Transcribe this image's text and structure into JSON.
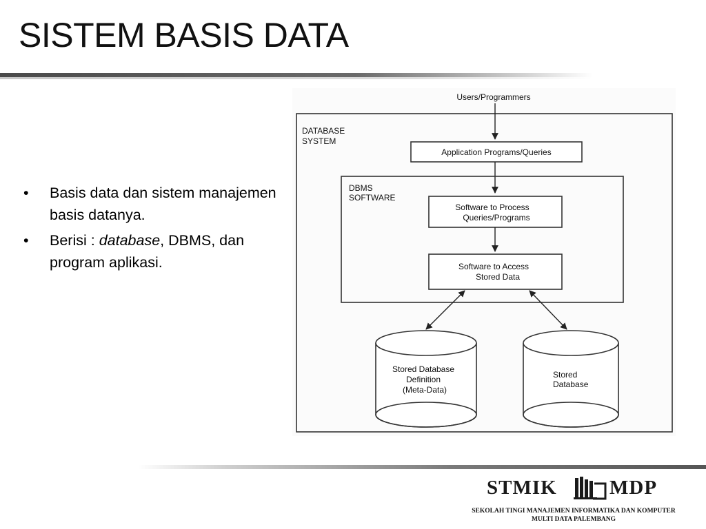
{
  "slide": {
    "title": "SISTEM BASIS DATA"
  },
  "bullets": [
    {
      "text": "Basis data dan sistem manajemen basis datanya."
    },
    {
      "prefix": "Berisi : ",
      "italic": "database",
      "suffix": ", DBMS, dan program aplikasi."
    }
  ],
  "bullet_symbol": "•",
  "diagram": {
    "users": "Users/Programmers",
    "system_label_1": "DATABASE",
    "system_label_2": "SYSTEM",
    "app_programs": "Application Programs/Queries",
    "dbms_label_1": "DBMS",
    "dbms_label_2": "SOFTWARE",
    "process_1": "Software to Process",
    "process_2": "Queries/Programs",
    "access_1": "Software to Access",
    "access_2": "Stored Data",
    "meta_1": "Stored Database",
    "meta_2": "Definition",
    "meta_3": "(Meta-Data)",
    "stored_1": "Stored",
    "stored_2": "Database"
  },
  "footer": {
    "logo_left": "STMIK",
    "logo_right": "MDP",
    "school_line_1": "SEKOLAH TINGI MANAJEMEN INFORMATIKA DAN KOMPUTER",
    "school_line_2": "MULTI DATA PALEMBANG"
  },
  "colors": {
    "text": "#000000",
    "rule": "#4a4a4a"
  }
}
